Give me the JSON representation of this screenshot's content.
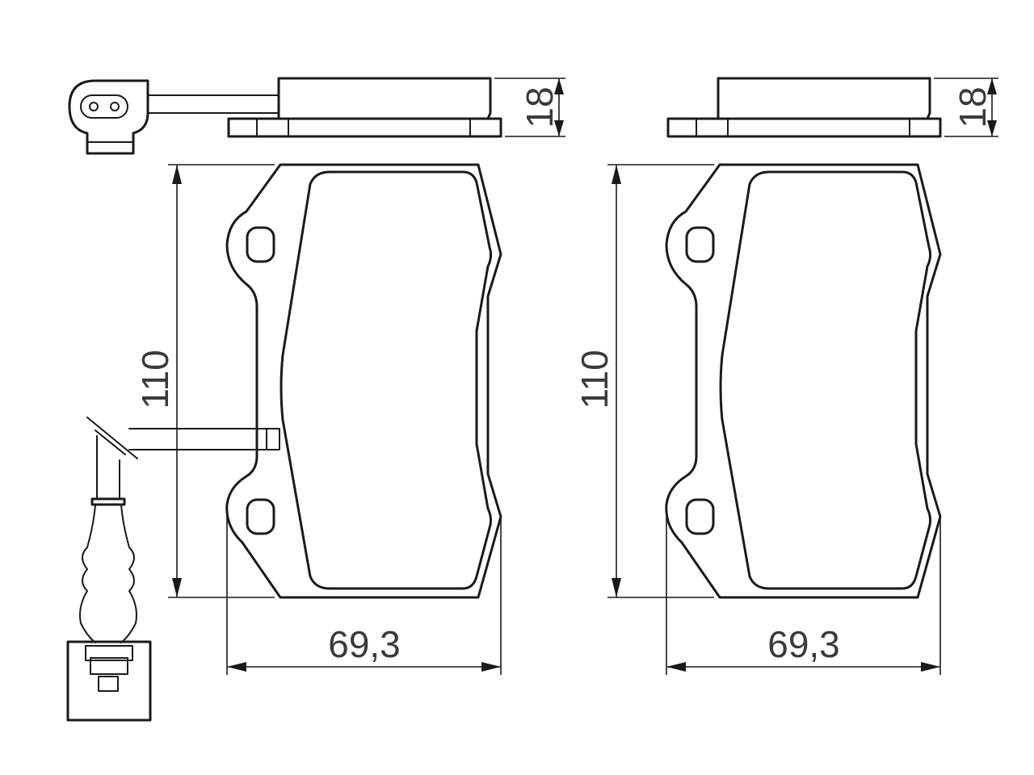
{
  "drawing": {
    "views": [
      {
        "name": "pad-with-wear-sensor",
        "dimensions": {
          "height": "110",
          "width": "69,3",
          "thickness": "18"
        }
      },
      {
        "name": "pad-without-sensor",
        "dimensions": {
          "height": "110",
          "width": "69,3",
          "thickness": "18"
        }
      }
    ]
  }
}
